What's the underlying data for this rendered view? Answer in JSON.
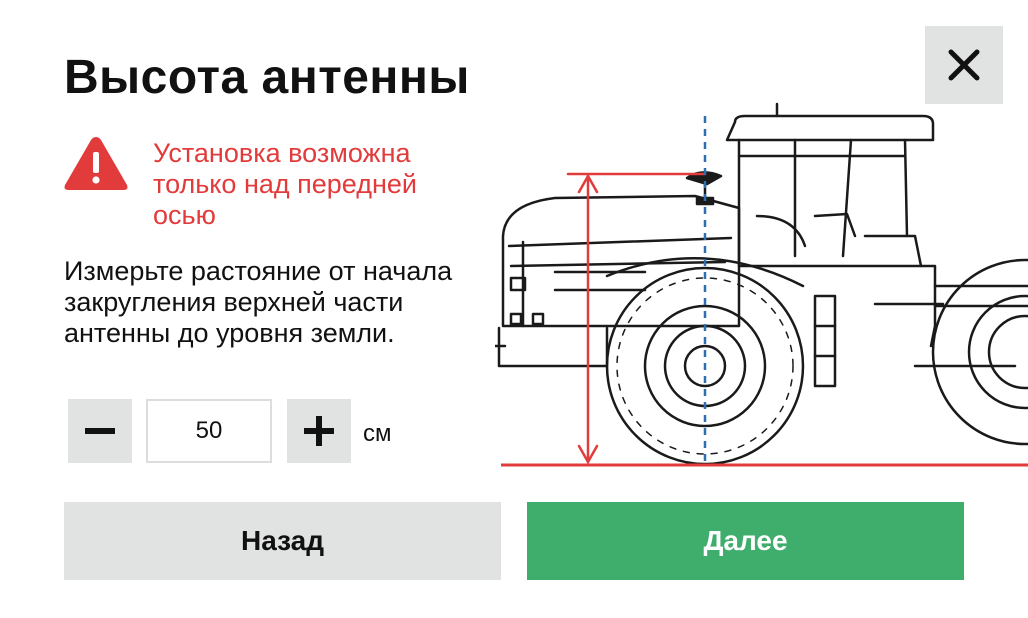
{
  "dialog": {
    "title": "Высота антенны",
    "close_label": "×"
  },
  "warning": {
    "text": "Установка возможна только над передней осью",
    "icon": "warning-triangle-icon",
    "color": "#e23b3b"
  },
  "instructions": {
    "text": "Измерьте растояние от начала закругления верхней части антенны до уровня земли."
  },
  "height_control": {
    "value": "50",
    "unit": "см",
    "decrement_icon": "minus-icon",
    "increment_icon": "plus-icon"
  },
  "illustration": {
    "subject": "tractor",
    "measure_color": "#e23b3b",
    "axis_color": "#2f6fb0"
  },
  "buttons": {
    "back_label": "Назад",
    "next_label": "Далее",
    "next_color": "#3fad6c"
  }
}
